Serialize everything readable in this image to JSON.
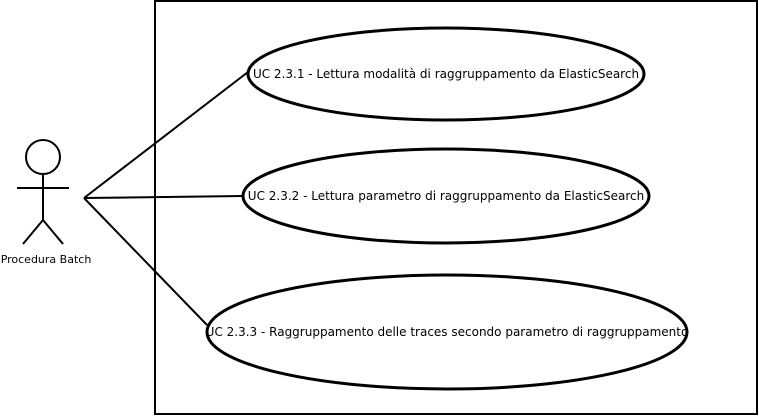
{
  "actor": {
    "label": "Procedura Batch"
  },
  "use_cases": [
    {
      "label": "UC 2.3.1 - Lettura modalità di raggruppamento da ElasticSearch"
    },
    {
      "label": "UC 2.3.2 - Lettura parametro di raggruppamento da ElasticSearch"
    },
    {
      "label": "UC 2.3.3 - Raggruppamento delle traces secondo parametro di raggruppamento"
    }
  ],
  "colors": {
    "stroke": "#000000",
    "background": "#ffffff"
  }
}
